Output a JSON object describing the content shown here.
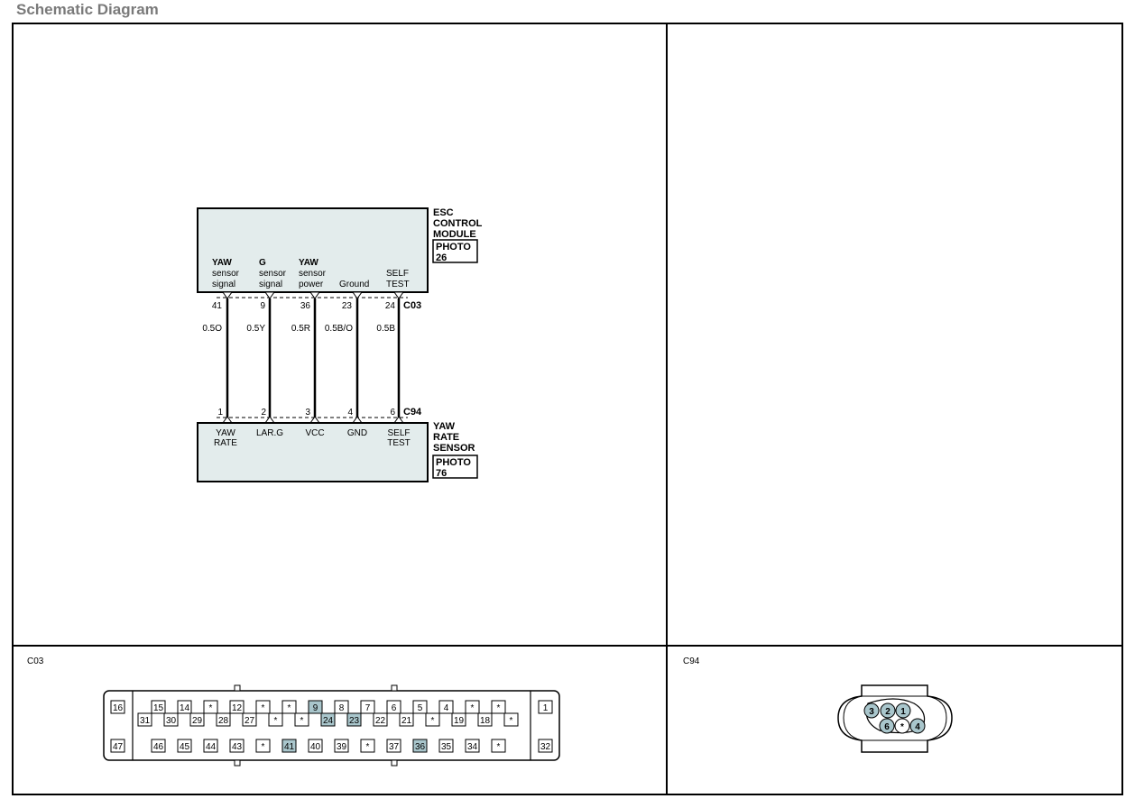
{
  "page_title": "Schematic Diagram",
  "esc_module": {
    "name_lines": [
      "ESC",
      "CONTROL",
      "MODULE"
    ],
    "photo_lines": [
      "PHOTO",
      "26"
    ],
    "connector": "C03",
    "signals": [
      {
        "lines": [
          "YAW",
          "sensor",
          "signal"
        ],
        "pin": "41",
        "wire": "0.5O"
      },
      {
        "lines": [
          "G",
          "sensor",
          "signal"
        ],
        "pin": "9",
        "wire": "0.5Y"
      },
      {
        "lines": [
          "YAW",
          "sensor",
          "power"
        ],
        "pin": "36",
        "wire": "0.5R"
      },
      {
        "lines": [
          "Ground"
        ],
        "pin": "23",
        "wire": "0.5B/O"
      },
      {
        "lines": [
          "SELF",
          "TEST"
        ],
        "pin": "24",
        "wire": "0.5B"
      }
    ]
  },
  "yaw_sensor": {
    "name_lines": [
      "YAW",
      "RATE",
      "SENSOR"
    ],
    "photo_lines": [
      "PHOTO",
      "76"
    ],
    "connector": "C94",
    "signals": [
      {
        "lines": [
          "YAW",
          "RATE"
        ],
        "pin": "1"
      },
      {
        "lines": [
          "LAR.G"
        ],
        "pin": "2"
      },
      {
        "lines": [
          "VCC"
        ],
        "pin": "3"
      },
      {
        "lines": [
          "GND"
        ],
        "pin": "4"
      },
      {
        "lines": [
          "SELF",
          "TEST"
        ],
        "pin": "6"
      }
    ]
  },
  "c03_view": {
    "label": "C03",
    "left_top": "16",
    "left_bottom": "47",
    "right_top": "1",
    "right_bottom": "32",
    "row1": [
      "15",
      "14",
      "*",
      "12",
      "*",
      "*",
      "9",
      "8",
      "7",
      "6",
      "5",
      "4",
      "*",
      "*"
    ],
    "row2": [
      "31",
      "30",
      "29",
      "28",
      "27",
      "*",
      "*",
      "24",
      "23",
      "22",
      "21",
      "*",
      "19",
      "18",
      "*"
    ],
    "row3": [
      "46",
      "45",
      "44",
      "43",
      "*",
      "41",
      "40",
      "39",
      "*",
      "37",
      "36",
      "35",
      "34",
      "*"
    ],
    "highlighted": [
      "9",
      "24",
      "23",
      "41",
      "36"
    ]
  },
  "c94_view": {
    "label": "C94",
    "pins": [
      "3",
      "2",
      "1",
      "6",
      "*",
      "4"
    ]
  },
  "colors": {
    "box_fill": "#e3ecec",
    "pin_highlight": "#a9c6cc",
    "title": "#7a7a7a"
  }
}
